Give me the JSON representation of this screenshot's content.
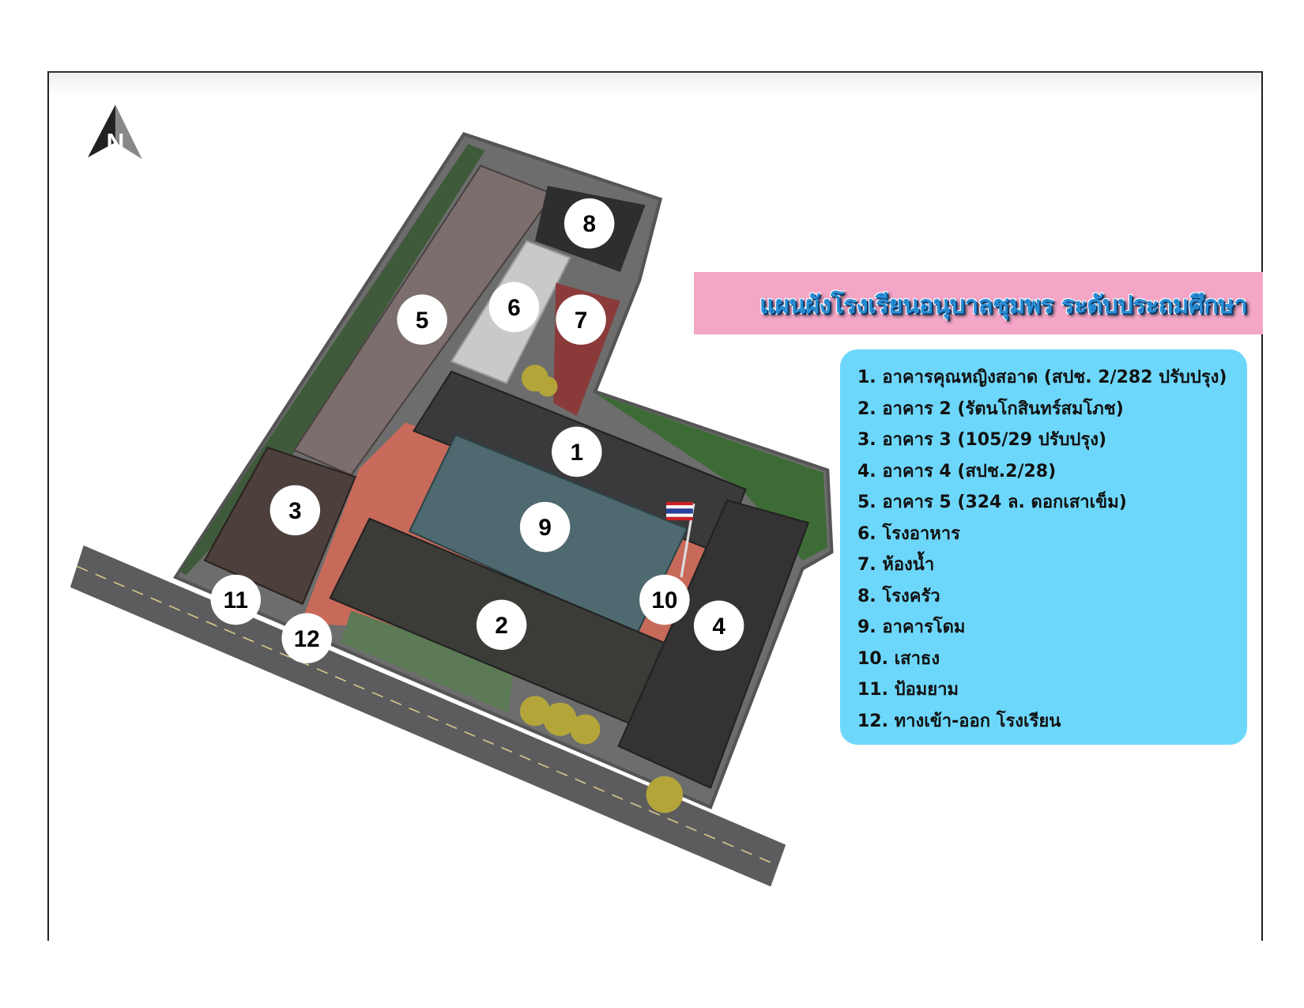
{
  "title": "แผนผังโรงเรียนอนุบาลชุมพร ระดับประถมศึกษา",
  "north_label": "N",
  "legend": [
    "1. อาคารคุณหญิงสอาด (สปช. 2/282 ปรับปรุง)",
    "2. อาคาร 2 (รัตนโกสินทร์สมโภช)",
    "3. อาคาร 3 (105/29 ปรับปรุง)",
    "4. อาคาร 4 (สปช.2/28)",
    "5. อาคาร 5 (324 ล. ดอกเสาเข็ม)",
    "6. โรงอาหาร",
    "7. ห้องน้ำ",
    "8. โรงครัว",
    "9. อาคารโดม",
    "10. เสาธง",
    "11. ป้อมยาม",
    "12. ทางเข้า-ออก โรงเรียน"
  ],
  "markers": [
    "1",
    "2",
    "3",
    "4",
    "5",
    "6",
    "7",
    "8",
    "9",
    "10",
    "11",
    "12"
  ],
  "colors": {
    "banner": "#f4a6c6",
    "legend_bg": "#6dd7fb",
    "title": "#2a8fd6"
  }
}
